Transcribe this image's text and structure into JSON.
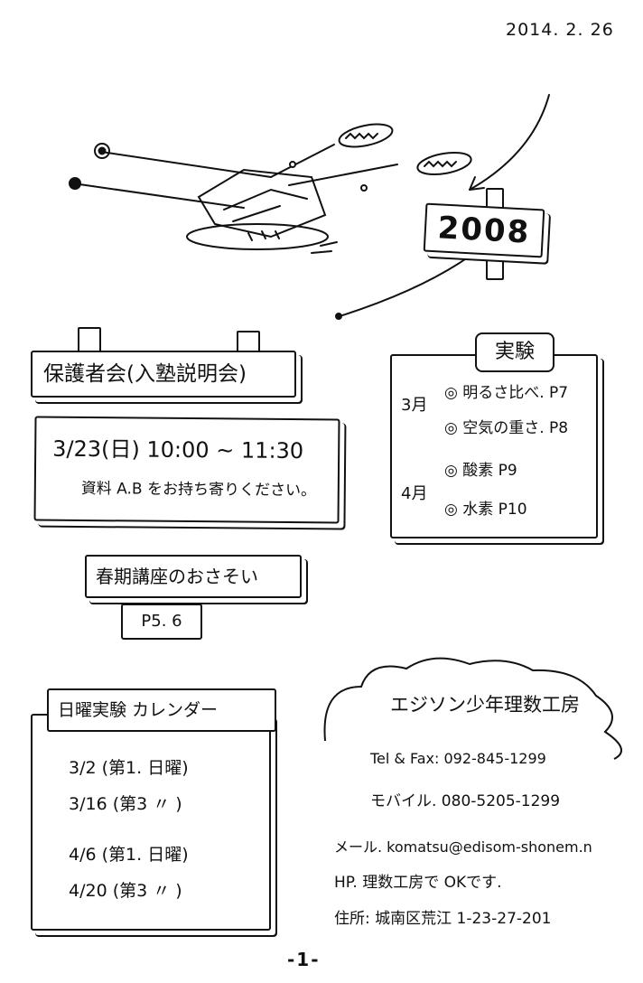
{
  "date": "2014. 2. 26",
  "sign_year": "2008",
  "parents_meeting": {
    "title": "保護者会(入塾説明会)",
    "datetime": "3/23(日) 10:00 ~ 11:30",
    "note": "資料 A.B をお持ち寄りください。"
  },
  "experiments": {
    "title": "実験",
    "months": [
      {
        "month": "3月",
        "items": [
          "明るさ比べ. P7",
          "空気の重さ. P8"
        ]
      },
      {
        "month": "4月",
        "items": [
          "酸素 P9",
          "水素 P10"
        ]
      }
    ]
  },
  "spring_course": {
    "title": "春期講座のおさそい",
    "pages": "P5. 6"
  },
  "sunday_calendar": {
    "title": "日曜実験 カレンダー",
    "entries": [
      "3/2 (第1. 日曜)",
      "3/16 (第3 〃 )",
      "4/6 (第1. 日曜)",
      "4/20 (第3 〃 )"
    ]
  },
  "contact": {
    "name": "エジソン少年理数工房",
    "tel_fax": "Tel & Fax: 092-845-1299",
    "mobile": "モバイル. 080-5205-1299",
    "mail": "メール. komatsu@edisom-shonem.n",
    "hp": "HP. 理数工房で OKです.",
    "address": "住所: 城南区荒江 1-23-27-201"
  },
  "page_number": "-1-"
}
